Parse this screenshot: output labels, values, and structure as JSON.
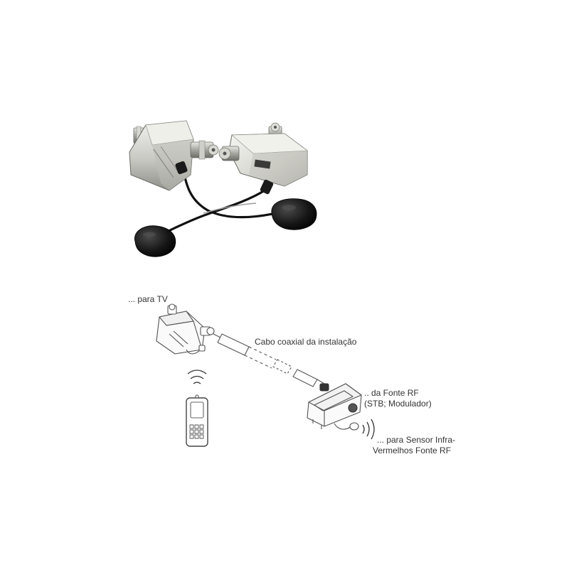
{
  "photo": {
    "description_icons": [
      "splitter-device",
      "modulator-device",
      "ir-receiver-eye",
      "ir-emitter-eye"
    ]
  },
  "diagram": {
    "label_tv": "... para TV",
    "label_cable": "Cabo coaxial  da instalação",
    "label_source_line1": ".. da Fonte RF",
    "label_source_line2": "(STB; Modulador)",
    "label_ir_line1": "... para Sensor Infra-",
    "label_ir_line2": "Vermelhos Fonte RF"
  },
  "colors": {
    "metal_light": "#e4e4e0",
    "metal_mid": "#b9b9b4",
    "metal_dark": "#7d7d78",
    "cable_black": "#111111",
    "line_art": "#555555"
  }
}
